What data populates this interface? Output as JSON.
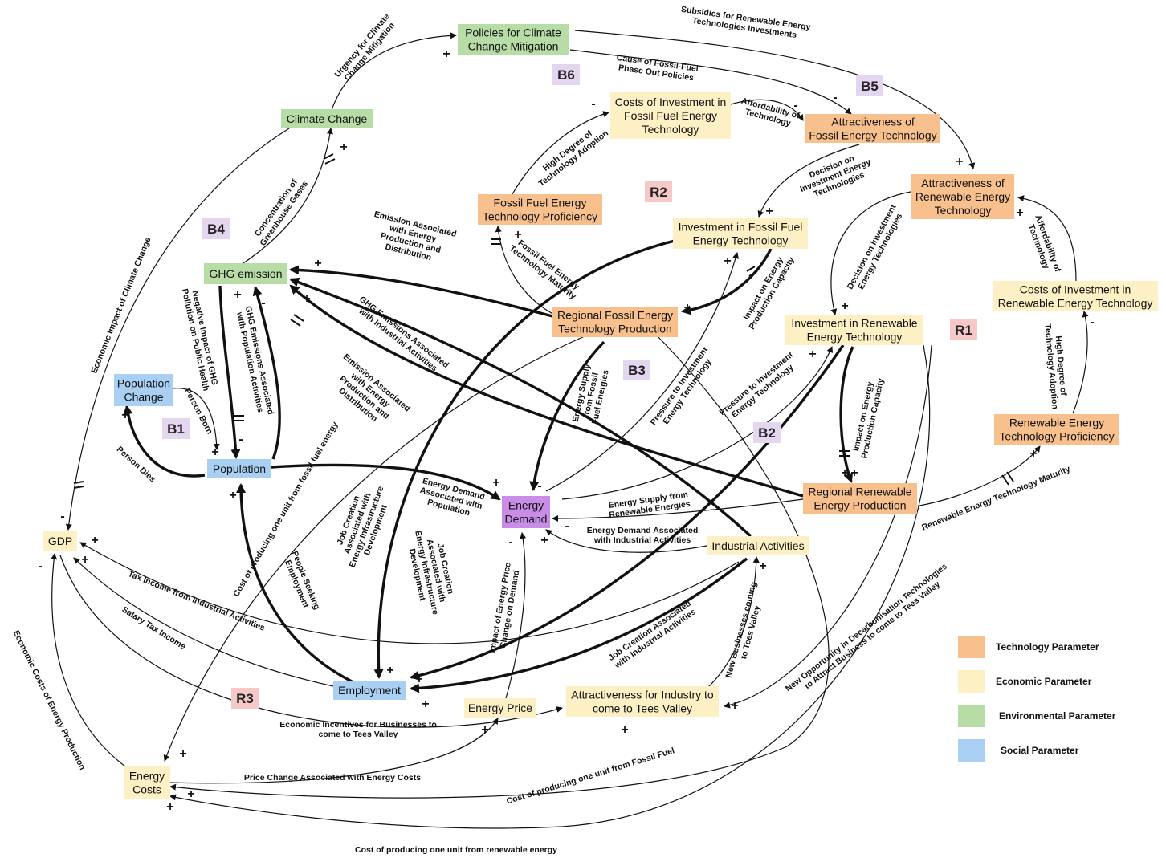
{
  "colors": {
    "technology": "#f8c08c",
    "economic": "#fdf0c4",
    "environmental": "#b7dca6",
    "social": "#a9cff3",
    "demand": "#c98de8",
    "balancing_loop": "#e4d6ee",
    "reinforcing_loop": "#f6c8c8"
  },
  "nodes": {
    "policies": [
      "Policies for Climate",
      "Change Mitigation"
    ],
    "climate_change": [
      "Climate Change"
    ],
    "costs_fossil": [
      "Costs of Investment in",
      "Fossil Fuel Energy",
      "Technology"
    ],
    "attr_fossil": [
      "Attractiveness of",
      "Fossil Energy Technology"
    ],
    "attr_renew": [
      "Attractiveness of",
      "Renewable Energy",
      "Technology"
    ],
    "fossil_prof": [
      "Fossil Fuel Energy",
      "Technology Proficiency"
    ],
    "invest_fossil": [
      "Investment in  Fossil Fuel",
      "Energy Technology"
    ],
    "ghg": [
      "GHG emission"
    ],
    "regional_fossil": [
      "Regional Fossil Energy",
      "Technology Production"
    ],
    "invest_renew": [
      "Investment in Renewable",
      "Energy Technology"
    ],
    "costs_renew": [
      "Costs of Investment in",
      "Renewable Energy Technology"
    ],
    "pop_change": [
      "Population",
      "Change"
    ],
    "renew_prof": [
      "Renewable Energy",
      "Technology Proficiency"
    ],
    "population": [
      "Population"
    ],
    "energy_demand": [
      "Energy",
      "Demand"
    ],
    "regional_renew": [
      "Regional Renewable",
      "Energy Production"
    ],
    "gdp": [
      "GDP"
    ],
    "industrial": [
      "Industrial Activities"
    ],
    "employment": [
      "Employment"
    ],
    "energy_price": [
      "Energy Price"
    ],
    "attr_industry": [
      "Attractiveness for Industry to",
      "come to Tees Valley"
    ],
    "energy_costs": [
      "Energy",
      "Costs"
    ]
  },
  "loops": {
    "b6": "B6",
    "b5": "B5",
    "r2": "R2",
    "b4": "B4",
    "r1": "R1",
    "b3": "B3",
    "b1": "B1",
    "b2": "B2",
    "r3": "R3"
  },
  "edge_labels": {
    "subsidies": [
      "Subsidies for Renewable Energy",
      "Technologies Investments"
    ],
    "urgency": [
      "Urgency for Climate",
      "Change Mitigation"
    ],
    "phase_out": [
      "Cause of Fossil-Fuel",
      "Phase Out Policies"
    ],
    "afford_fossil": [
      "Affordability of",
      "Technology"
    ],
    "adoption_fossil": [
      "High  Degree of",
      "Technology Adoption"
    ],
    "decision_fossil": [
      "Decision on",
      "Investment Energy",
      "Technologies"
    ],
    "decision_renew": [
      "Decision on Investment",
      "Energy Technologies"
    ],
    "afford_renew": [
      "Affordability of",
      "Technology"
    ],
    "concentration": [
      "Concentration of",
      "Greenhouse Gases"
    ],
    "econ_climate": [
      "Economic Impact of Climate Change"
    ],
    "emission_dist_1": [
      "Emission Associated",
      "with Energy",
      "Production and",
      "Distribution"
    ],
    "fossil_maturity": [
      "Fossil Fuel Energy",
      "Technology Maturity"
    ],
    "impact_capacity_fossil": [
      "Impact on Energy",
      "Production Capacity"
    ],
    "adoption_renew": [
      "High Degree of",
      "Technology Adoption"
    ],
    "ghg_industrial": [
      "GHG Emissions Associated",
      "with Industrial Activities"
    ],
    "neg_health": [
      "Negative Impact of GHG",
      "Pollution on Public Health"
    ],
    "ghg_population": [
      "GHG Emissions Associated",
      "with Population Activities"
    ],
    "person_born": [
      "Person Born"
    ],
    "person_dies": [
      "Person Dies"
    ],
    "emission_dist_2": [
      "Emission Associated",
      "with Energy",
      "Production and",
      "Distribution"
    ],
    "supply_fossil": [
      "Energy Supply",
      "from Fossil",
      "Fuel Energies"
    ],
    "pressure_fossil": [
      "Pressure to Investment",
      "Energy Technology"
    ],
    "pressure_renew": [
      "Pressure to Investment",
      "Energy Technology"
    ],
    "impact_capacity_renew": [
      "Impact on Energy",
      "Production Capacity"
    ],
    "renew_maturity": [
      "Renewable Energy Technology Maturity"
    ],
    "cost_fossil_unit_1": [
      "Cost of producing one unit from fossil fuel energy"
    ],
    "demand_population": [
      "Energy Demand",
      "Associated with",
      "Population"
    ],
    "supply_renew": [
      "Energy Supply from",
      "Renewable Energies"
    ],
    "demand_industrial": [
      "Energy Demand Associated",
      "with Industrial Activities"
    ],
    "job_infra_1": [
      "Job Creation",
      "Associated with",
      "Energy Infrastructure",
      "Development"
    ],
    "job_infra_2": [
      "Job Creation",
      "Associated with",
      "Energy Infrastructure",
      "Development"
    ],
    "seeking_employment": [
      "People Seeking",
      "Employment"
    ],
    "price_impact": [
      "Impact of Energy Price",
      "Change on Demand"
    ],
    "tax_industrial": [
      "Tax Income from Industrial Activities"
    ],
    "salary_tax": [
      "Salary Tax Income"
    ],
    "job_industrial": [
      "Job Creation Associated",
      "with Industrial Activities"
    ],
    "new_businesses": [
      "New Businesses coming",
      "to Tees Valley"
    ],
    "new_opportunity": [
      "New Opportunity in Decarbonisation Technologies",
      "to Attract Business to come to Tees Valley"
    ],
    "econ_costs_prod": [
      "Economic Costs of Energy Production"
    ],
    "econ_incentives": [
      "Economic Incentives for Businesses to",
      "come to Tees Valley"
    ],
    "price_change": [
      "Price Change Associated with Energy Costs"
    ],
    "cost_fossil_unit_2": [
      "Cost of producing one unit from Fossil Fuel"
    ],
    "cost_renew_unit": [
      "Cost of producing one unit from renewable energy"
    ]
  },
  "legend": [
    {
      "label": "Technology Parameter",
      "color": "#f8c08c"
    },
    {
      "label": "Economic Parameter",
      "color": "#fdf0c4"
    },
    {
      "label": "Environmental Parameter",
      "color": "#b7dca6"
    },
    {
      "label": "Social Parameter",
      "color": "#a9cff3"
    }
  ]
}
